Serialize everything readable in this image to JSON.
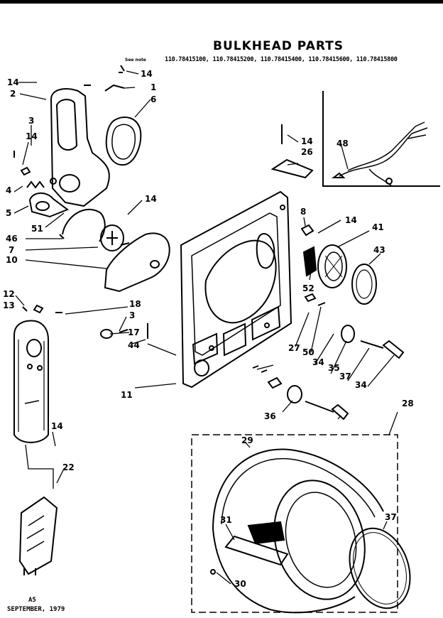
{
  "title": "BULKHEAD PARTS",
  "models": "110.78415100, 110.78415200, 110.78415400, 110.78415600, 110.78415800",
  "see_note": "See note",
  "footer": {
    "line1": "A5",
    "line2": "SEPTEMBER, 1979"
  },
  "callouts": [
    {
      "id": "c14a",
      "text": "14"
    },
    {
      "id": "c14b",
      "text": "14"
    },
    {
      "id": "c1",
      "text": "1"
    },
    {
      "id": "c2",
      "text": "2"
    },
    {
      "id": "c6",
      "text": "6"
    },
    {
      "id": "c3a",
      "text": "3"
    },
    {
      "id": "c14c",
      "text": "14"
    },
    {
      "id": "c4",
      "text": "4"
    },
    {
      "id": "c5",
      "text": "5"
    },
    {
      "id": "c51",
      "text": "51"
    },
    {
      "id": "c46",
      "text": "46"
    },
    {
      "id": "c7",
      "text": "7"
    },
    {
      "id": "c10",
      "text": "10"
    },
    {
      "id": "c14d",
      "text": "14"
    },
    {
      "id": "c14e",
      "text": "14"
    },
    {
      "id": "c26",
      "text": "26"
    },
    {
      "id": "c48",
      "text": "48"
    },
    {
      "id": "c8",
      "text": "8"
    },
    {
      "id": "c14f",
      "text": "14"
    },
    {
      "id": "c41",
      "text": "41"
    },
    {
      "id": "c43",
      "text": "43"
    },
    {
      "id": "c52",
      "text": "52"
    },
    {
      "id": "c12",
      "text": "12"
    },
    {
      "id": "c13",
      "text": "13"
    },
    {
      "id": "c18",
      "text": "18"
    },
    {
      "id": "c3b",
      "text": "3"
    },
    {
      "id": "c17",
      "text": "17"
    },
    {
      "id": "c44",
      "text": "44"
    },
    {
      "id": "c11",
      "text": "11"
    },
    {
      "id": "c27",
      "text": "27"
    },
    {
      "id": "c50",
      "text": "50"
    },
    {
      "id": "c34a",
      "text": "34"
    },
    {
      "id": "c35",
      "text": "35"
    },
    {
      "id": "c37a",
      "text": "37"
    },
    {
      "id": "c34b",
      "text": "34"
    },
    {
      "id": "c36",
      "text": "36"
    },
    {
      "id": "c14g",
      "text": "14"
    },
    {
      "id": "c22",
      "text": "22"
    },
    {
      "id": "c28",
      "text": "28"
    },
    {
      "id": "c29",
      "text": "29"
    },
    {
      "id": "c31",
      "text": "31"
    },
    {
      "id": "c37b",
      "text": "37"
    },
    {
      "id": "c30",
      "text": "30"
    }
  ]
}
